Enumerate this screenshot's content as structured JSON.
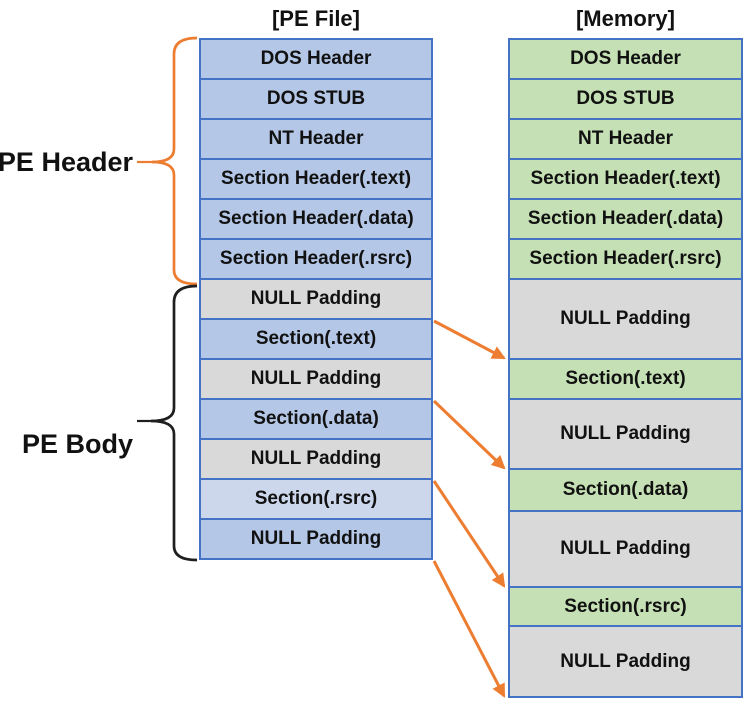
{
  "colors": {
    "blue": "#b4c7e7",
    "lavender": "#cdd7ec",
    "gray": "#d9d9d9",
    "green": "#c5e0b4",
    "border": "#4472c4",
    "orange": "#ed7d31",
    "black": "#1f1f1f"
  },
  "file_column": {
    "title": "[PE File]",
    "rows": [
      {
        "label": "DOS Header",
        "fill": "blue",
        "h": 40
      },
      {
        "label": "DOS STUB",
        "fill": "blue",
        "h": 40
      },
      {
        "label": "NT Header",
        "fill": "blue",
        "h": 40
      },
      {
        "label": "Section Header(.text)",
        "fill": "blue",
        "h": 40
      },
      {
        "label": "Section Header(.data)",
        "fill": "blue",
        "h": 40
      },
      {
        "label": "Section Header(.rsrc)",
        "fill": "blue",
        "h": 40
      },
      {
        "label": "NULL Padding",
        "fill": "gray",
        "h": 40
      },
      {
        "label": "Section(.text)",
        "fill": "blue",
        "h": 40
      },
      {
        "label": "NULL Padding",
        "fill": "gray",
        "h": 40
      },
      {
        "label": "Section(.data)",
        "fill": "blue",
        "h": 40
      },
      {
        "label": "NULL Padding",
        "fill": "gray",
        "h": 40
      },
      {
        "label": "Section(.rsrc)",
        "fill": "lavender",
        "h": 40
      },
      {
        "label": "NULL Padding",
        "fill": "blue",
        "h": 40
      }
    ]
  },
  "memory_column": {
    "title": "[Memory]",
    "rows": [
      {
        "label": "DOS Header",
        "fill": "green",
        "h": 40
      },
      {
        "label": "DOS STUB",
        "fill": "green",
        "h": 40
      },
      {
        "label": "NT Header",
        "fill": "green",
        "h": 40
      },
      {
        "label": "Section Header(.text)",
        "fill": "green",
        "h": 40
      },
      {
        "label": "Section Header(.data)",
        "fill": "green",
        "h": 40
      },
      {
        "label": "Section Header(.rsrc)",
        "fill": "green",
        "h": 40
      },
      {
        "label": "NULL Padding",
        "fill": "gray",
        "h": 80
      },
      {
        "label": "Section(.text)",
        "fill": "green",
        "h": 40
      },
      {
        "label": "NULL Padding",
        "fill": "gray",
        "h": 70
      },
      {
        "label": "Section(.data)",
        "fill": "green",
        "h": 42
      },
      {
        "label": "NULL Padding",
        "fill": "gray",
        "h": 76
      },
      {
        "label": "Section(.rsrc)",
        "fill": "green",
        "h": 39
      },
      {
        "label": "NULL Padding",
        "fill": "gray",
        "h": 71
      }
    ]
  },
  "braces": [
    {
      "label": "PE Header",
      "color_key": "orange",
      "covers_rows": "0-5"
    },
    {
      "label": "PE Body",
      "color_key": "black",
      "covers_rows": "6-12"
    }
  ],
  "arrows": [
    {
      "from_boundary": 7,
      "to_boundary": 7
    },
    {
      "from_boundary": 9,
      "to_boundary": 9
    },
    {
      "from_boundary": 11,
      "to_boundary": 11
    },
    {
      "from_boundary": 13,
      "to_boundary": 13
    }
  ]
}
